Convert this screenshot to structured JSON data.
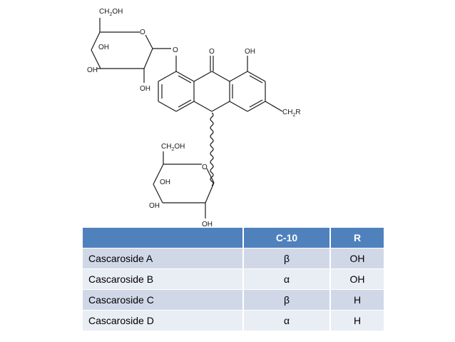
{
  "structure": {
    "labels": {
      "top_ch2oh": "CH2OH",
      "top_ring_o": "O",
      "top_oh_left": "OH",
      "top_oh_lowleft": "OH",
      "top_oh_bottom": "OH",
      "link_o": "O",
      "ketone_o": "O",
      "right_oh": "OH",
      "ch2r": "CH2R",
      "bot_ch2oh": "CH2OH",
      "bot_ring_o": "O",
      "bot_oh_left": "OH",
      "bot_oh_lowleft": "OH",
      "bot_oh_bottom": "OH"
    }
  },
  "table": {
    "headers": [
      "",
      "C-10",
      "R"
    ],
    "rows": [
      [
        "Cascaroside A",
        "β",
        "OH"
      ],
      [
        "Cascaroside B",
        "α",
        "OH"
      ],
      [
        "Cascaroside C",
        "β",
        "H"
      ],
      [
        "Cascaroside D",
        "α",
        "H"
      ]
    ]
  },
  "colors": {
    "header_bg": "#4f81bd",
    "row_odd_bg": "#d0d8e8",
    "row_even_bg": "#e9edf4"
  }
}
